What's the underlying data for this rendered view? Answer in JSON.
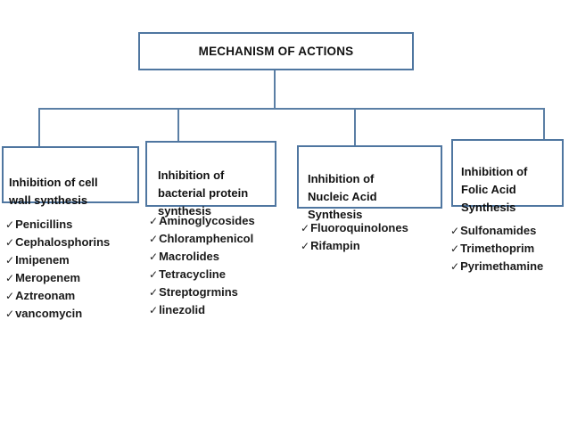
{
  "diagram": {
    "title": "MECHANISM OF ACTIONS",
    "bullet_glyph": "✓",
    "colors": {
      "background": "#ffffff",
      "box_border": "#4f76a0",
      "connector": "#5b7fa5",
      "text": "#111111"
    },
    "branches": [
      {
        "label": "Inhibition of cell\nwall synthesis",
        "items": [
          "Penicillins",
          "Cephalosphorins",
          "Imipenem",
          "Meropenem",
          "Aztreonam",
          "vancomycin"
        ]
      },
      {
        "label": "Inhibition of\nbacterial protein\nsynthesis",
        "items": [
          "Aminoglycosides",
          "Chloramphenicol",
          "Macrolides",
          "Tetracycline",
          "Streptogrmins",
          "linezolid"
        ]
      },
      {
        "label": "Inhibition of\nNucleic Acid\nSynthesis",
        "items": [
          "Fluoroquinolones",
          "Rifampin"
        ]
      },
      {
        "label": "Inhibition of\nFolic Acid\nSynthesis",
        "items": [
          "Sulfonamides",
          "Trimethoprim",
          "Pyrimethamine"
        ]
      }
    ]
  }
}
